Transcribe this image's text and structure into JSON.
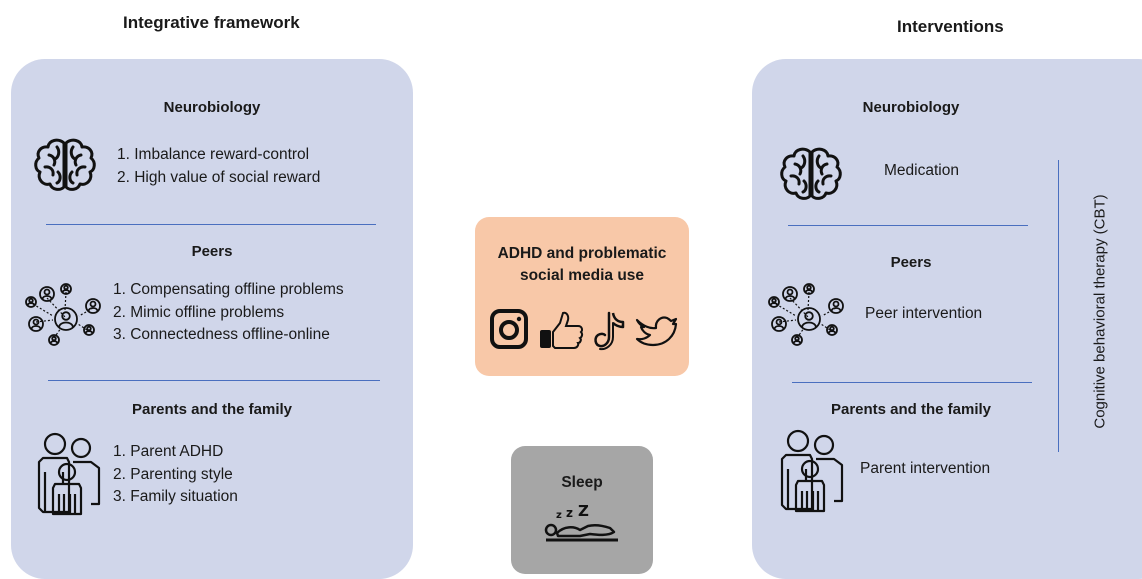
{
  "left": {
    "heading": "Integrative framework",
    "sections": [
      {
        "title": "Neurobiology",
        "items": [
          "1. Imbalance reward-control",
          "2. High value of social reward"
        ]
      },
      {
        "title": "Peers",
        "items": [
          "1. Compensating offline problems",
          "2. Mimic offline problems",
          "3. Connectedness offline-online"
        ]
      },
      {
        "title": "Parents and the family",
        "items": [
          "1. Parent ADHD",
          "2. Parenting style",
          "3. Family situation"
        ]
      }
    ]
  },
  "center": {
    "main_box": {
      "title": "ADHD and problematic social media use",
      "icons": [
        "instagram-icon",
        "facebook-like-icon",
        "tiktok-icon",
        "twitter-bird-icon"
      ],
      "color": "#f8c8a8"
    },
    "sleep_box": {
      "title": "Sleep",
      "icon": "sleeping-person-icon",
      "color": "#a6a6a6"
    }
  },
  "right": {
    "heading": "Interventions",
    "sections": [
      {
        "title": "Neurobiology",
        "text": "Medication"
      },
      {
        "title": "Peers",
        "text": "Peer intervention"
      },
      {
        "title": "Parents and the family",
        "text": "Parent intervention"
      }
    ],
    "side_label": "Cognitive behavioral therapy (CBT)"
  },
  "colors": {
    "panel": "#d0d6ea",
    "divider": "#4a6fbf"
  }
}
